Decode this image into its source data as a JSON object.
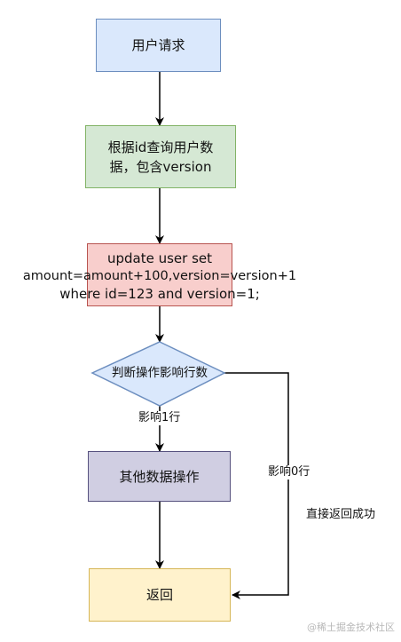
{
  "nodes": {
    "user_request": {
      "label": "用户请求"
    },
    "query_user": {
      "label_line1": "根据id查询用户数",
      "label_line2": "据，包含version"
    },
    "update_sql": {
      "line1": "update user set",
      "line2": "amount=amount+100,version=version+1",
      "line3": "where id=123 and version=1;"
    },
    "check_affected": {
      "label": "判断操作影响行数"
    },
    "other_ops": {
      "label": "其他数据操作"
    },
    "return_node": {
      "label": "返回"
    }
  },
  "edges": {
    "affected_one": "影响1行",
    "affected_zero": "影响0行",
    "direct_success": "直接返回成功"
  },
  "watermark": "@稀土掘金技术社区",
  "colors": {
    "blue_fill": "#dae8fc",
    "blue_stroke": "#6c8ebf",
    "green_fill": "#d5e8d4",
    "green_stroke": "#82b366",
    "red_fill": "#f8cecc",
    "red_stroke": "#b85450",
    "purple_fill": "#d0cee2",
    "purple_stroke": "#56517e",
    "yellow_fill": "#fff2cc",
    "yellow_stroke": "#d6b656",
    "line": "#000000"
  }
}
